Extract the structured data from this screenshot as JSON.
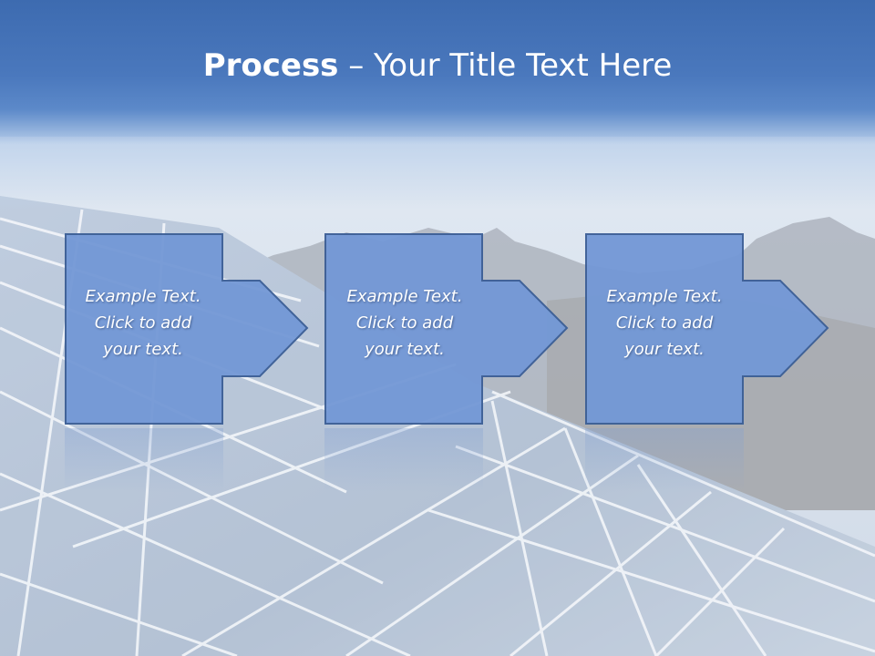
{
  "title": {
    "bold": "Process",
    "rest": " – Your Title Text Here"
  },
  "steps": [
    {
      "lines": [
        "Example Text.",
        "Click  to add",
        "your text."
      ]
    },
    {
      "lines": [
        "Example Text.",
        "Click  to add",
        "your text."
      ]
    },
    {
      "lines": [
        "Example Text.",
        "Click  to add",
        "your text."
      ]
    }
  ],
  "colors": {
    "title_band": "#4a78bd",
    "box_fill": "#7398d6",
    "box_stroke": "#3b5e96",
    "text": "#ffffff"
  }
}
